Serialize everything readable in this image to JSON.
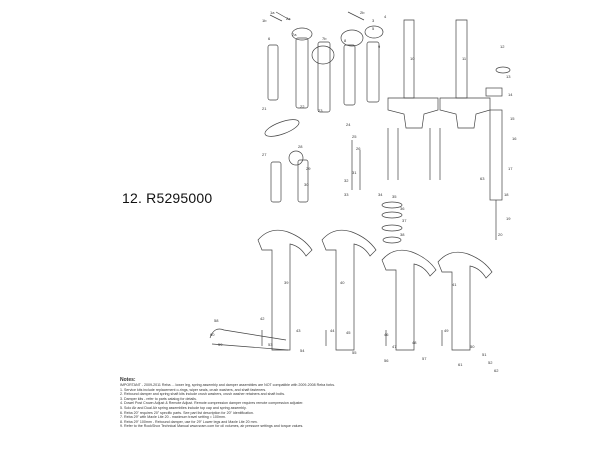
{
  "part_code": "12. R5295000",
  "notes": {
    "title": "Notes:",
    "lines": [
      "IMPORTANT - 2009-2011 Reba ... lower leg, spring assembly and damper assemblies are NOT compatible with 2009-2008 Reba forks.",
      "1. Service kits include replacement o-rings, wiper seals, crush washers, and shaft fasteners.",
      "2. Rebound damper and spring shaft kits include crush washers, crush washer retainers and shaft bolts.",
      "3. Damper kits - refer to parts catalog for details.",
      "4. Dowel Post Crown Adjust & Remote Adjust. Remote compression damper requires remote compression adjuster.",
      "5. Solo Air and Dual Air spring assemblies include top cap and spring assembly.",
      "6. Reba 20\" requires 20\" specific parts. See part list description for 20\" identification.",
      "7. Reba 29\" with Maxle Lite 20 - maximum travel setting = 100mm.",
      "8. Reba 29\" 100mm - Rebound damper, use for 29\" Lower legs and Maxle Lite 20 mm.",
      "9. Refer to the RockShox Technical Manual www.sram.com for oil volumes, air pressure settings and torque values."
    ]
  },
  "callouts": [
    "1a",
    "1b",
    "2a",
    "2b",
    "3",
    "4",
    "5",
    "6",
    "7a",
    "7b",
    "8",
    "9",
    "10",
    "11",
    "12",
    "13",
    "14",
    "15",
    "16",
    "17",
    "18",
    "19",
    "20",
    "21",
    "22",
    "23",
    "24",
    "25",
    "26",
    "27",
    "28",
    "29",
    "30",
    "31",
    "32",
    "33",
    "34",
    "35",
    "36",
    "37",
    "38",
    "39",
    "40",
    "41",
    "42",
    "43",
    "44",
    "45",
    "46",
    "47",
    "48",
    "49",
    "50",
    "51",
    "52",
    "53",
    "54",
    "55",
    "56",
    "57",
    "58",
    "59",
    "60",
    "61",
    "62",
    "63"
  ]
}
